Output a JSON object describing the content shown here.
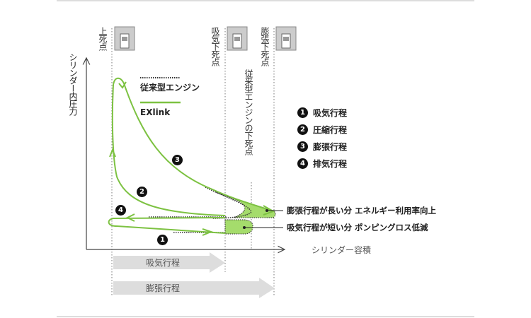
{
  "axes": {
    "y_label": "シリンダー内圧力",
    "x_label": "シリンダー容積"
  },
  "positions": {
    "tdc": "上死点",
    "intake_bdc": "吸気下死点",
    "expansion_bdc": "膨張下死点",
    "conventional_bdc": "従来型エンジンの下死点"
  },
  "legend": {
    "conventional": "従来型エンジン",
    "exlink": "EXlink",
    "conventional_color": "#333333",
    "exlink_color": "#7dc242"
  },
  "strokes": [
    {
      "num": "1",
      "label": "吸気行程"
    },
    {
      "num": "2",
      "label": "圧縮行程"
    },
    {
      "num": "3",
      "label": "膨張行程"
    },
    {
      "num": "4",
      "label": "排気行程"
    }
  ],
  "annotations": {
    "expansion_gain": "膨張行程が長い分 エネルギー利用率向上",
    "pumping_loss": "吸気行程が短い分 ポンピングロス低減"
  },
  "bars": {
    "intake": "吸気行程",
    "expansion": "膨張行程"
  }
}
